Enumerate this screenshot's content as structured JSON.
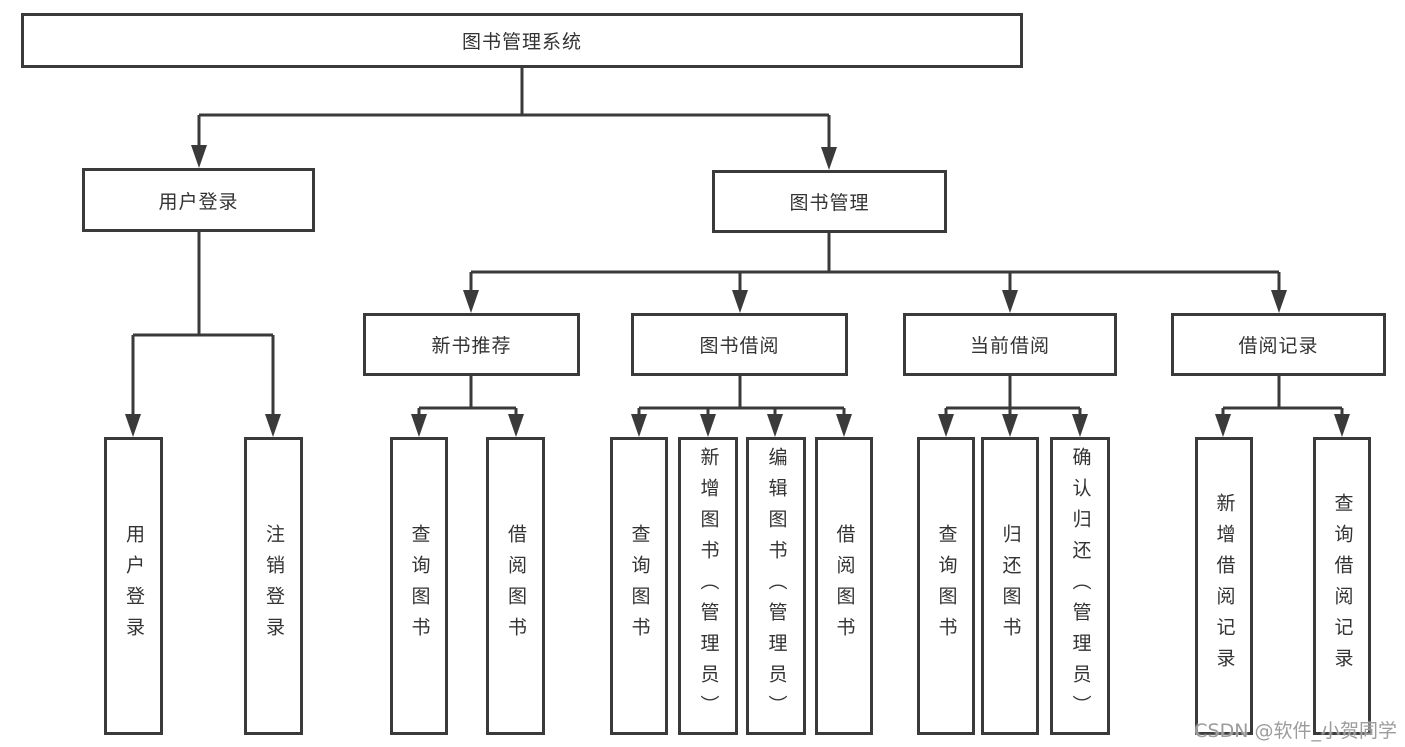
{
  "diagram": {
    "root": "图书管理系统",
    "level2": [
      {
        "label": "用户登录"
      },
      {
        "label": "图书管理"
      }
    ],
    "level3": [
      {
        "label": "新书推荐"
      },
      {
        "label": "图书借阅"
      },
      {
        "label": "当前借阅"
      },
      {
        "label": "借阅记录"
      }
    ],
    "leaves": {
      "user_login": [
        {
          "label": "用户登录"
        },
        {
          "label": "注销登录"
        }
      ],
      "new_books": [
        {
          "label": "查询图书"
        },
        {
          "label": "借阅图书"
        }
      ],
      "book_borrow": [
        {
          "label": "查询图书"
        },
        {
          "label": "新增图书（管理员）"
        },
        {
          "label": "编辑图书（管理员）"
        },
        {
          "label": "借阅图书"
        }
      ],
      "current_borrow": [
        {
          "label": "查询图书"
        },
        {
          "label": "归还图书"
        },
        {
          "label": "确认归还（管理员）"
        }
      ],
      "borrow_records": [
        {
          "label": "新增借阅记录"
        },
        {
          "label": "查询借阅记录"
        }
      ]
    }
  },
  "watermark": {
    "text": "CSDN @软件_小贺同学"
  },
  "colors": {
    "line": "#3a3a3a",
    "text": "#333333",
    "watermark": "#9c9c9c",
    "background": "#ffffff"
  }
}
